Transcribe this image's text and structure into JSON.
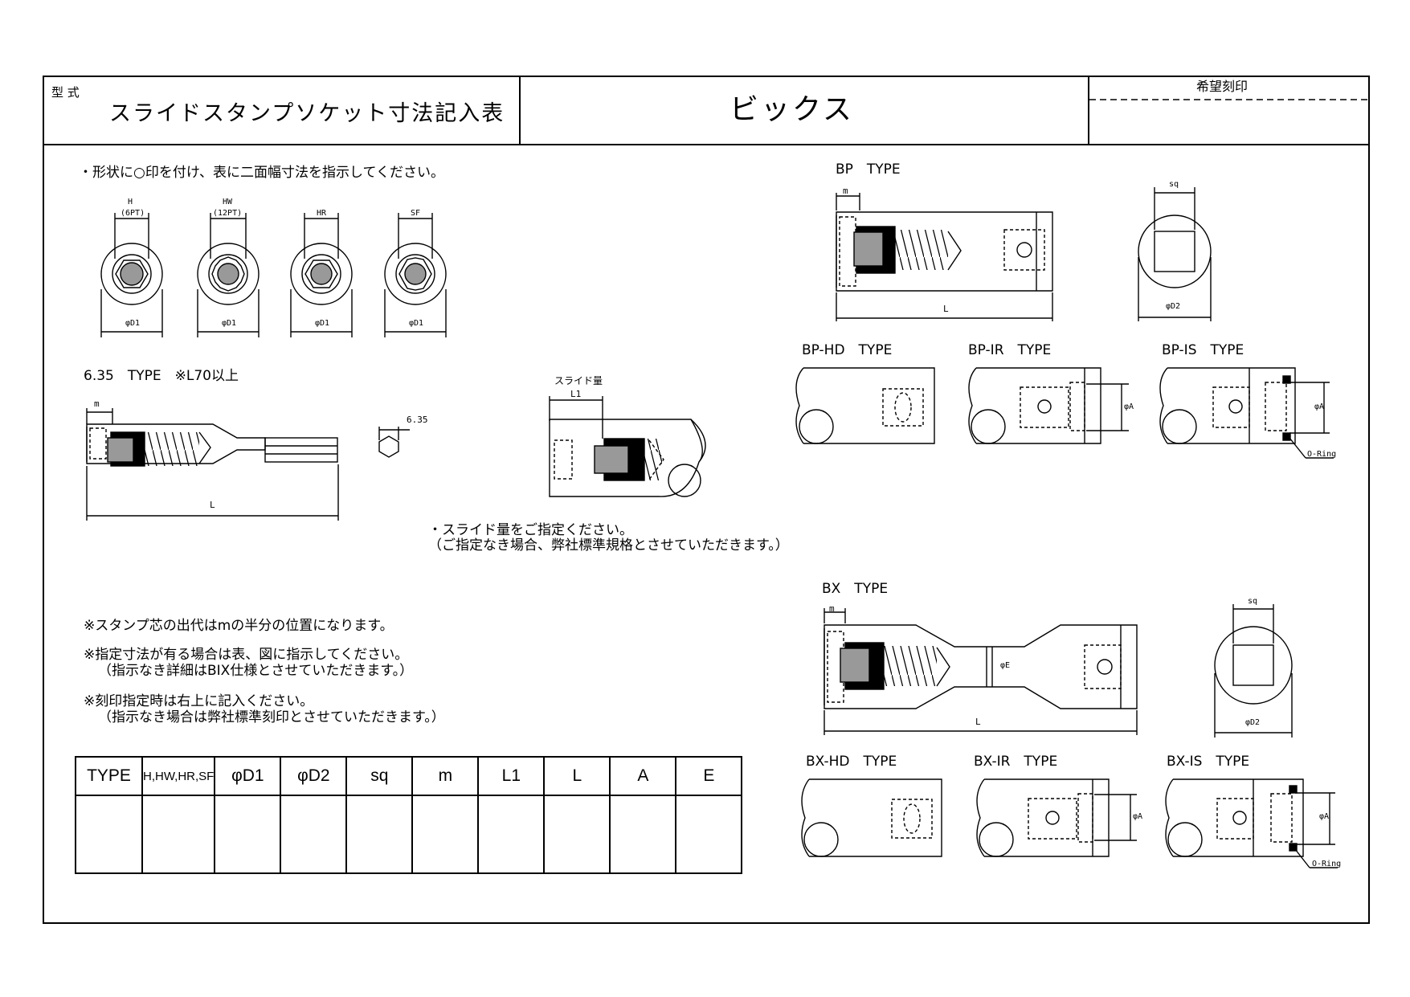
{
  "header": {
    "model_label": "型 式",
    "title": "スライドスタンプソケット寸法記入表",
    "brand": "ビックス",
    "engraving_label": "希望刻印"
  },
  "instructions": {
    "shape_note": "・形状に○印を付け、表に二面幅寸法を指示してください。",
    "slide_note_1": "・スライド量をご指定ください。",
    "slide_note_2": "（ご指定なき場合、弊社標準規格とさせていただきます。）",
    "stamp_note": "※スタンプ芯の出代はmの半分の位置になります。",
    "dim_note_1": "※指定寸法が有る場合は表、図に指示してください。",
    "dim_note_2": "（指示なき詳細はBIX仕様とさせていただきます。）",
    "engrave_note_1": "※刻印指定時は右上に記入ください。",
    "engrave_note_2": "（指示なき場合は弊社標準刻印とさせていただきます。）"
  },
  "shapes": [
    {
      "name": "H",
      "sub": "(6PT)",
      "dim": "φD1"
    },
    {
      "name": "HW",
      "sub": "(12PT)",
      "dim": "φD1"
    },
    {
      "name": "HR",
      "sub": "",
      "dim": "φD1"
    },
    {
      "name": "SF",
      "sub": "",
      "dim": "φD1"
    }
  ],
  "type635": {
    "title": "6.35　TYPE　※L70以上",
    "m": "m",
    "L": "L",
    "hex": "6.35"
  },
  "slide": {
    "label": "スライド量",
    "dim": "L1"
  },
  "bp": {
    "title": "BP　TYPE",
    "m": "m",
    "L": "L",
    "sq": "sq",
    "d2": "φD2"
  },
  "bp_variants": [
    {
      "title": "BP-HD　TYPE",
      "dimA": "",
      "oring": ""
    },
    {
      "title": "BP-IR　TYPE",
      "dimA": "φA",
      "oring": ""
    },
    {
      "title": "BP-IS　TYPE",
      "dimA": "φA",
      "oring": "O-Ring"
    }
  ],
  "bx": {
    "title": "BX　TYPE",
    "m": "m",
    "L": "L",
    "e": "φE",
    "sq": "sq",
    "d2": "φD2"
  },
  "bx_variants": [
    {
      "title": "BX-HD　TYPE",
      "dimA": "",
      "oring": ""
    },
    {
      "title": "BX-IR　TYPE",
      "dimA": "φA",
      "oring": ""
    },
    {
      "title": "BX-IS　TYPE",
      "dimA": "φA",
      "oring": "O-Ring"
    }
  ],
  "table": {
    "headers": [
      "TYPE",
      "H,HW,HR,SF",
      "φD1",
      "φD2",
      "sq",
      "m",
      "L1",
      "L",
      "A",
      "E"
    ],
    "rows": [
      [
        "",
        "",
        "",
        "",
        "",
        "",
        "",
        "",
        "",
        ""
      ]
    ]
  }
}
